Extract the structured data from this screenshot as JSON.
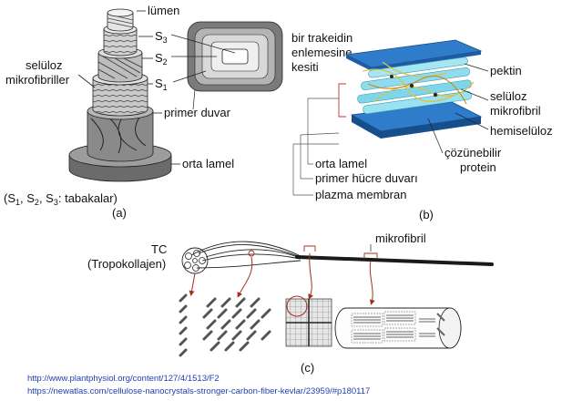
{
  "panel_a": {
    "lumen": "lümen",
    "s3": "S",
    "s3_sub": "3",
    "s2": "S",
    "s2_sub": "2",
    "s1": "S",
    "s1_sub": "1",
    "cellulose_1": "selüloz",
    "cellulose_2": "mikrofibriller",
    "primary_wall": "primer duvar",
    "middle_lamella": "orta lamel",
    "cross_1": "bir trakeidin",
    "cross_2": "enlemesine",
    "cross_3": "kesiti",
    "layers_pre": "(S",
    "layers_sub1": "1",
    "layers_c1": ", S",
    "layers_sub2": "2",
    "layers_c2": ", S",
    "layers_sub3": "3",
    "layers_post": ": tabakalar)",
    "tag": "(a)"
  },
  "panel_b": {
    "pectin": "pektin",
    "cellulose_1": "selüloz",
    "cellulose_2": "mikrofibril",
    "hemicellulose": "hemiselüloz",
    "soluble_1": "çözünebilir",
    "soluble_2": "protein",
    "middle_lamella": "orta lamel",
    "primary_wall": "primer hücre duvarı",
    "plasma_membrane": "plazma membran",
    "tag": "(b)"
  },
  "panel_c": {
    "tc_1": "TC",
    "tc_2": "(Tropokollajen)",
    "microfibril": "mikrofibril",
    "tag": "(c)"
  },
  "links": {
    "url1": "http://www.plantphysiol.org/content/127/4/1513/F2",
    "url2": "https://newatlas.com/cellulose-nanocrystals-stronger-carbon-fiber-kevlar/23959/#p180117"
  },
  "colors": {
    "layer_dark": "#555555",
    "layer_mid": "#9a9a9a",
    "layer_light": "#cfcfcf",
    "membrane_blue": "#1f66b5",
    "fibril_cyan": "#7fd6e8",
    "pectin_yellow": "#d6c34a",
    "arrow_red": "#a0301a",
    "link_blue": "#1f3fb0"
  }
}
